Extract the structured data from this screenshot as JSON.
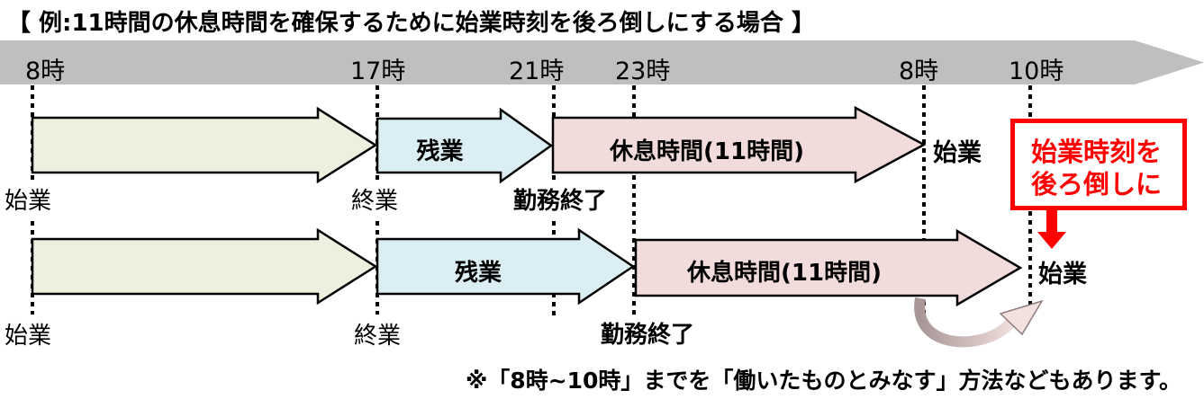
{
  "title": "【 例:11時間の休息時間を確保するために始業時刻を後ろ倒しにする場合 】",
  "timeline": {
    "ticks": [
      {
        "label": "8時"
      },
      {
        "label": "17時"
      },
      {
        "label": "21時"
      },
      {
        "label": "23時"
      },
      {
        "label": "8時"
      },
      {
        "label": "10時"
      }
    ]
  },
  "row1": {
    "start_label": "始業",
    "end_label": "終業",
    "overtime_label": "残業",
    "work_end_label": "勤務終了",
    "rest_label": "休息時間(11時間)",
    "restart_label": "始業"
  },
  "row2": {
    "start_label": "始業",
    "end_label": "終業",
    "overtime_label": "残業",
    "work_end_label": "勤務終了",
    "rest_label": "休息時間(11時間)",
    "restart_label": "始業"
  },
  "callout": {
    "line1": "始業時刻を",
    "line2": "後ろ倒しに"
  },
  "note": "※「8時~10時」までを「働いたものとみなす」方法などもあります。",
  "colors": {
    "work_fill": "#EBF1DE",
    "overtime_fill": "#DAEEF3",
    "rest_fill": "#F2DCDB",
    "timeline_gray": "#BFBFBF",
    "accent_red": "#FF0000",
    "curve_start": "#A89595",
    "curve_end": "#F3E1E0"
  }
}
